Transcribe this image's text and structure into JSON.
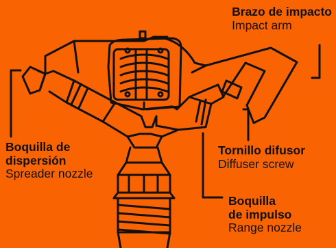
{
  "labels": {
    "impact_arm": {
      "spanish": "Brazo de impacto",
      "english": "Impact arm"
    },
    "spreader_nozzle": {
      "spanish_line1": "Boquilla de",
      "spanish_line2": "dispersión",
      "english": "Spreader nozzle"
    },
    "diffuser_screw": {
      "spanish": "Tornillo difusor",
      "english": "Diffuser screw"
    },
    "range_nozzle": {
      "spanish_line1": "Boquilla",
      "spanish_line2": "de impulso",
      "english": "Range nozzle"
    }
  },
  "colors": {
    "background": "#f96302",
    "ink": "#111111"
  },
  "icons": {
    "illustration": "impact-sprinkler-head-icon"
  }
}
